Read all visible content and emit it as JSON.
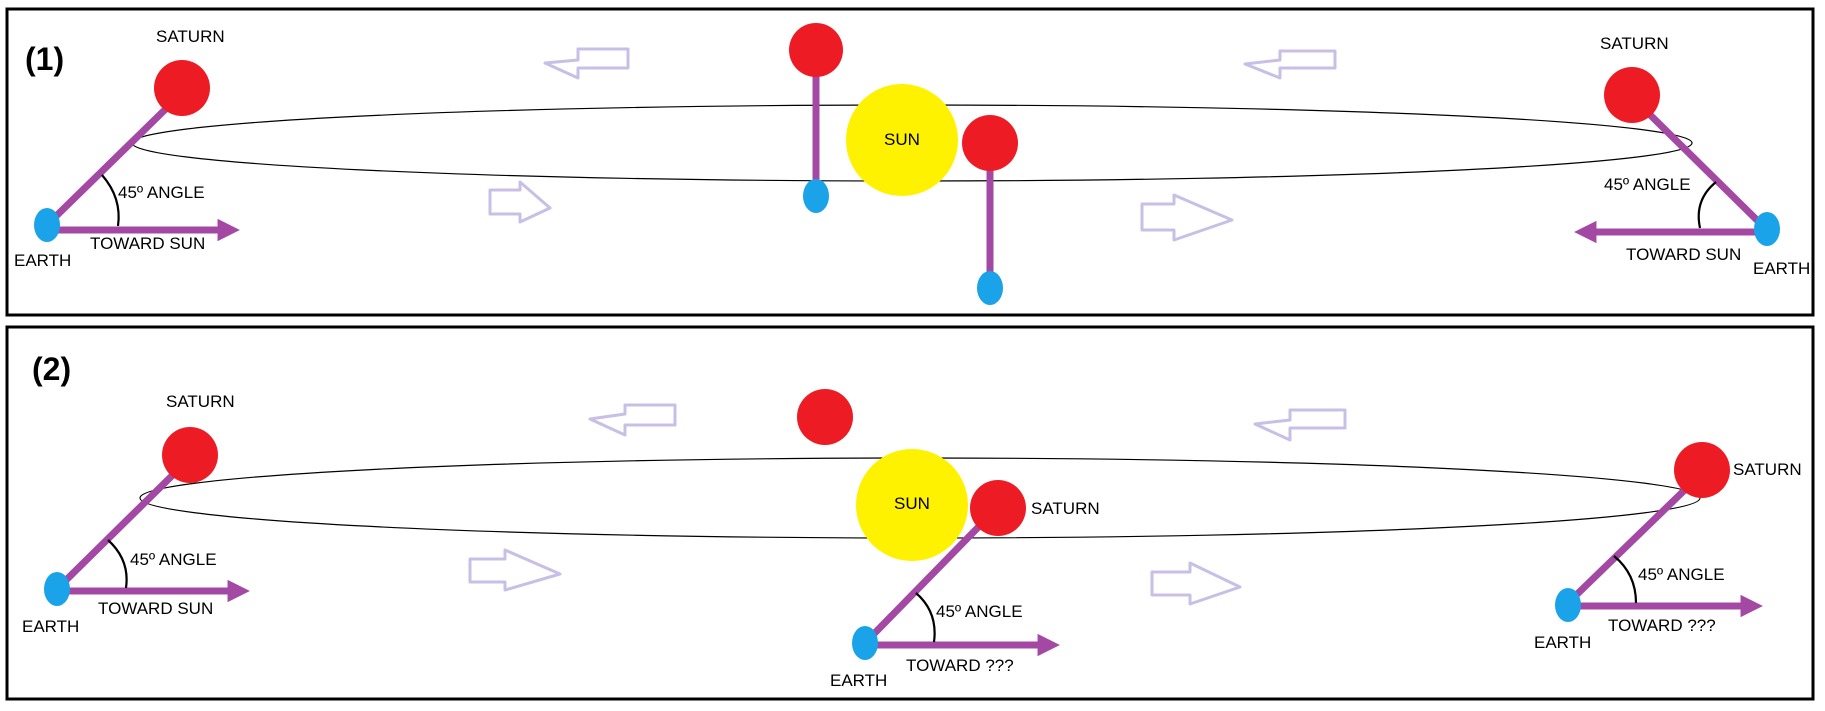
{
  "colors": {
    "saturn": "#ed1c24",
    "earth": "#1aa3e8",
    "sun": "#fff200",
    "line": "#a349a4",
    "hollow_arrow": "#c8bfe7",
    "frame": "#000000"
  },
  "panel1": {
    "number": "(1)",
    "sun_label": "SUN",
    "left": {
      "saturn": "SATURN",
      "earth": "EARTH",
      "angle": "45º ANGLE",
      "toward": "TOWARD SUN"
    },
    "right": {
      "saturn": "SATURN",
      "earth": "EARTH",
      "angle": "45º ANGLE",
      "toward": "TOWARD SUN"
    }
  },
  "panel2": {
    "number": "(2)",
    "sun_label": "SUN",
    "left": {
      "saturn": "SATURN",
      "earth": "EARTH",
      "angle": "45º ANGLE",
      "toward": "TOWARD SUN"
    },
    "center": {
      "saturn": "SATURN",
      "earth": "EARTH",
      "angle": "45º ANGLE",
      "toward": "TOWARD ???"
    },
    "right": {
      "saturn": "SATURN",
      "earth": "EARTH",
      "angle": "45º ANGLE",
      "toward": "TOWARD ???"
    }
  }
}
